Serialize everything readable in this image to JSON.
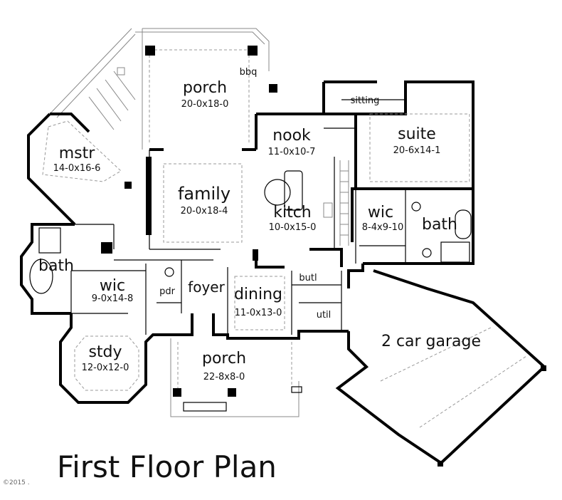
{
  "plan": {
    "title": "First Floor Plan",
    "copyright": "©2015 ."
  },
  "rooms": {
    "porch_rear": {
      "name": "porch",
      "dim": "20-0x18-0"
    },
    "bbq": {
      "name": "bbq"
    },
    "sitting": {
      "name": "sitting"
    },
    "suite": {
      "name": "suite",
      "dim": "20-6x14-1"
    },
    "nook": {
      "name": "nook",
      "dim": "11-0x10-7"
    },
    "mstr": {
      "name": "mstr",
      "dim": "14-0x16-6"
    },
    "family": {
      "name": "family",
      "dim": "20-0x18-4"
    },
    "kitch": {
      "name": "kitch",
      "dim": "10-0x15-0"
    },
    "wic_suite": {
      "name": "wic",
      "dim": "8-4x9-10"
    },
    "bath_suite": {
      "name": "bath"
    },
    "bath_mstr": {
      "name": "bath"
    },
    "wic_mstr": {
      "name": "wic",
      "dim": "9-0x14-8"
    },
    "pdr": {
      "name": "pdr"
    },
    "foyer": {
      "name": "foyer"
    },
    "dining": {
      "name": "dining",
      "dim": "11-0x13-0"
    },
    "butl": {
      "name": "butl"
    },
    "util": {
      "name": "util"
    },
    "garage": {
      "name": "2 car garage"
    },
    "stdy": {
      "name": "stdy",
      "dim": "12-0x12-0"
    },
    "porch_front": {
      "name": "porch",
      "dim": "22-8x8-0"
    }
  }
}
